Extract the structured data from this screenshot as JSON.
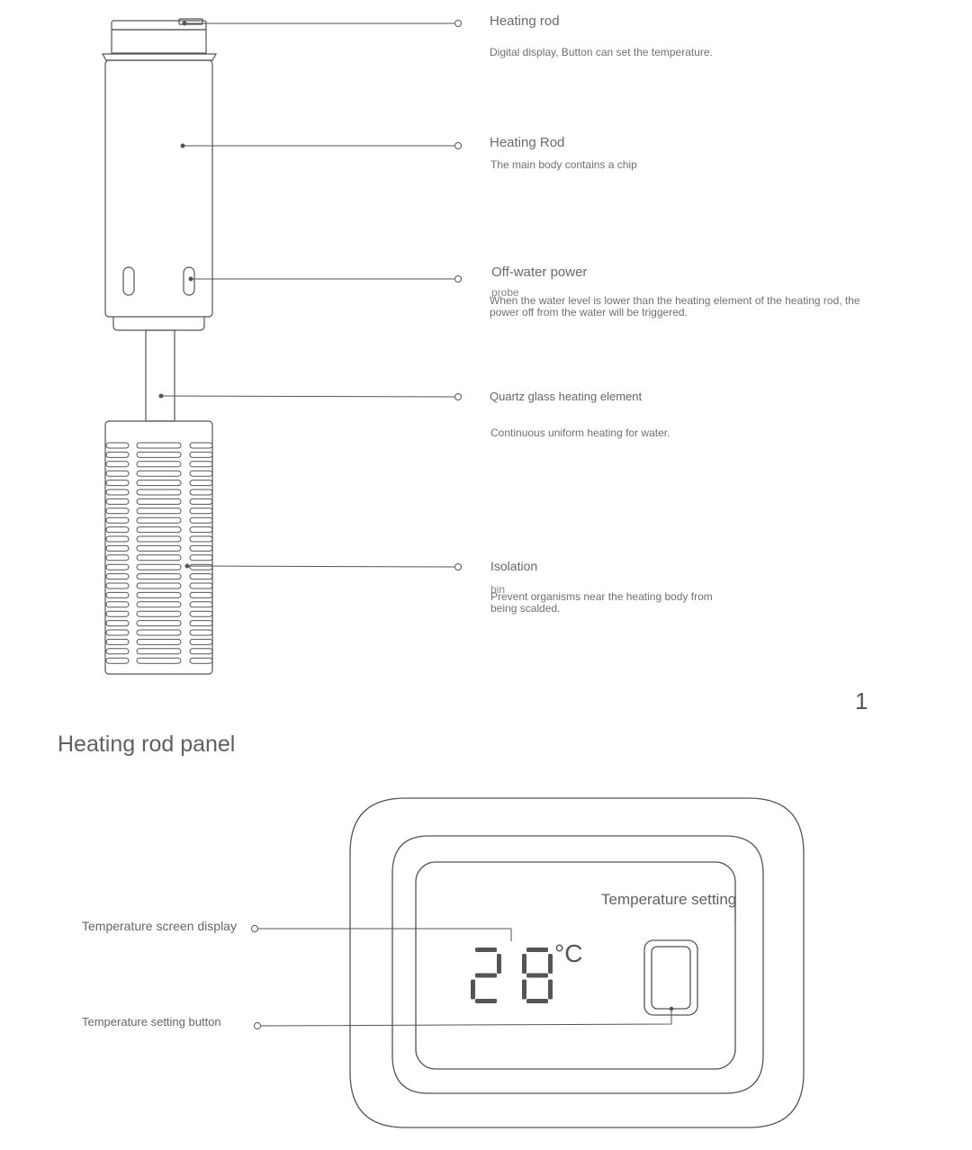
{
  "callouts": {
    "display": {
      "title": "Heating rod",
      "desc": "Digital display, Button can set the temperature."
    },
    "body": {
      "title": "Heating Rod",
      "desc": "The main body contains a chip"
    },
    "probe": {
      "title": "Off-water power",
      "title_cont": "probe",
      "desc": "When the water level is lower than the heating element of the heating rod, the power off from the water will be triggered."
    },
    "quartz": {
      "title": "Quartz glass heating element",
      "desc": "Continuous uniform heating for water."
    },
    "bin": {
      "title": "Isolation",
      "title_cont": "bin",
      "desc": "Prevent organisms near the heating body from being scalded."
    }
  },
  "page_number": "1",
  "panel": {
    "title": "Heating rod panel",
    "setting_label": "Temperature setting",
    "screen_label": "Temperature screen display",
    "button_label": "Temperature setting button",
    "display_value": "28",
    "unit": "°C"
  }
}
